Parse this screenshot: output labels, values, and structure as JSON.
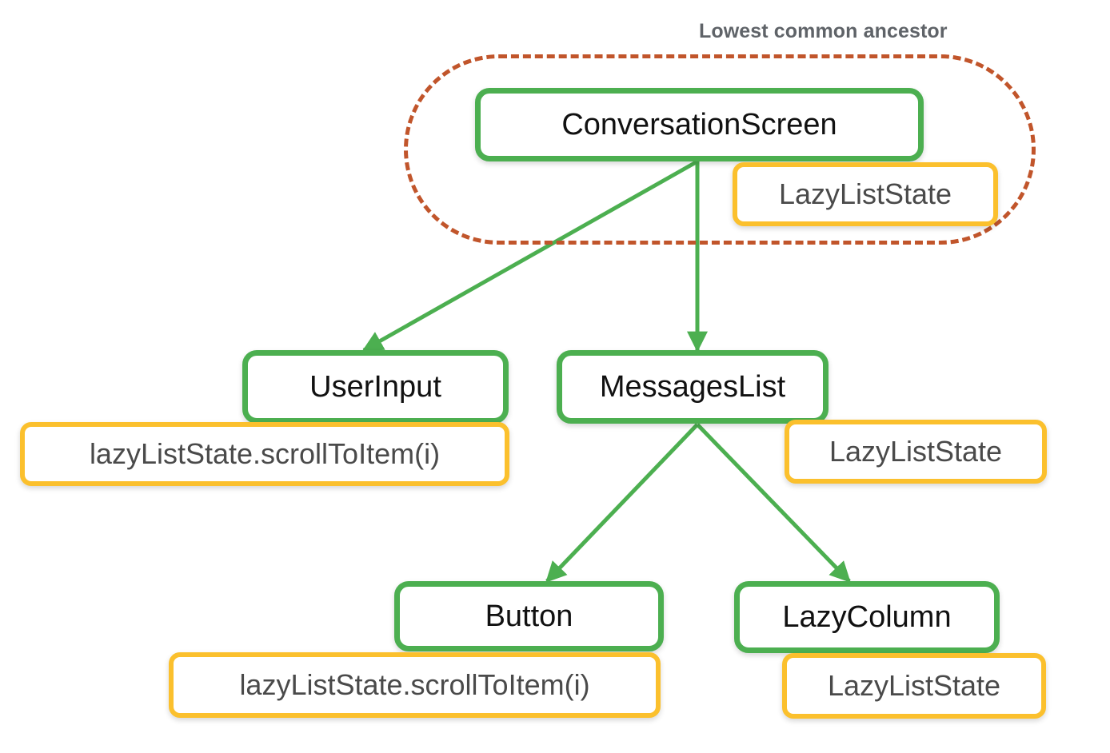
{
  "diagram": {
    "title_annotation": "Lowest common ancestor",
    "colors": {
      "node_border_green": "#4caf50",
      "state_border_yellow": "#fbc02d",
      "region_dashed_orange": "#c1552b",
      "node_text": "#111111",
      "state_text": "#4a4a4a",
      "annotation_text": "#5f6368",
      "background": "#ffffff"
    },
    "nodes": [
      {
        "id": "conversation-screen",
        "label": "ConversationScreen"
      },
      {
        "id": "user-input",
        "label": "UserInput"
      },
      {
        "id": "messages-list",
        "label": "MessagesList"
      },
      {
        "id": "button",
        "label": "Button"
      },
      {
        "id": "lazy-column",
        "label": "LazyColumn"
      }
    ],
    "state_chips": [
      {
        "id": "state-conversation-screen",
        "label": "LazyListState",
        "owner": "ConversationScreen"
      },
      {
        "id": "state-user-input",
        "label": "lazyListState.scrollToItem(i)",
        "owner": "UserInput"
      },
      {
        "id": "state-messages-list",
        "label": "LazyListState",
        "owner": "MessagesList"
      },
      {
        "id": "state-button",
        "label": "lazyListState.scrollToItem(i)",
        "owner": "Button"
      },
      {
        "id": "state-lazy-column",
        "label": "LazyListState",
        "owner": "LazyColumn"
      }
    ],
    "edges": [
      {
        "from": "ConversationScreen",
        "to": "UserInput"
      },
      {
        "from": "ConversationScreen",
        "to": "MessagesList"
      },
      {
        "from": "MessagesList",
        "to": "Button"
      },
      {
        "from": "MessagesList",
        "to": "LazyColumn"
      }
    ]
  }
}
